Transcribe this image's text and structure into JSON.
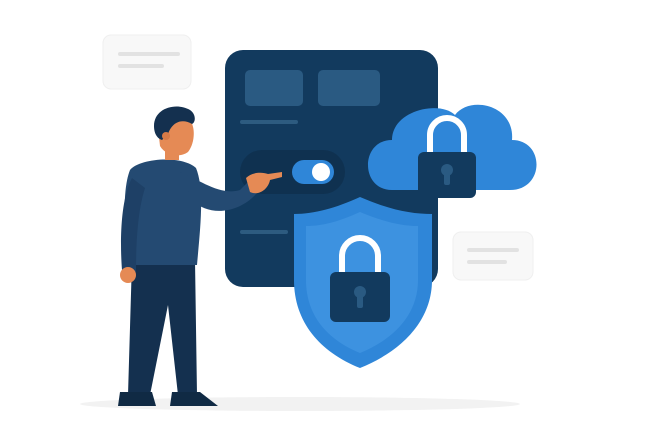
{
  "illustration": {
    "theme": "security-settings",
    "elements": [
      "person",
      "settings-panel",
      "toggle-switch",
      "cloud-lock",
      "shield-lock",
      "message-cards"
    ]
  },
  "toggle": {
    "state": "on"
  },
  "colors": {
    "background": "#ffffff",
    "panel": "#123a5e",
    "panel_block": "#2a5a82",
    "accent_blue": "#2f86d8",
    "lock_dark": "#123a5e",
    "skin": "#e58a55",
    "card": "#f7f7f7",
    "card_line": "#e3e3e3"
  }
}
